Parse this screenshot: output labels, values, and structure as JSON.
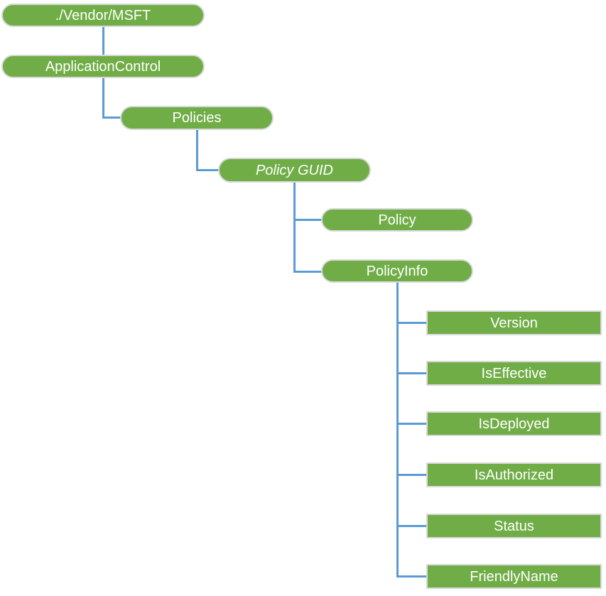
{
  "colors": {
    "node_green": "#70AD47",
    "node_border": "#D8D8D8",
    "connector_blue": "#5B9BD5",
    "text_white": "#FFFFFF"
  },
  "nodes": {
    "vendor_msft": {
      "label": "./Vendor/MSFT"
    },
    "application_control": {
      "label": "ApplicationControl"
    },
    "policies": {
      "label": "Policies"
    },
    "policy_guid": {
      "label": "Policy GUID"
    },
    "policy": {
      "label": "Policy"
    },
    "policy_info": {
      "label": "PolicyInfo"
    },
    "version": {
      "label": "Version"
    },
    "is_effective": {
      "label": "IsEffective"
    },
    "is_deployed": {
      "label": "IsDeployed"
    },
    "is_authorized": {
      "label": "IsAuthorized"
    },
    "status": {
      "label": "Status"
    },
    "friendly_name": {
      "label": "FriendlyName"
    }
  },
  "tree": {
    "root": "./Vendor/MSFT",
    "children": [
      {
        "label": "ApplicationControl",
        "children": [
          {
            "label": "Policies",
            "children": [
              {
                "label": "Policy GUID",
                "italic": true,
                "children": [
                  {
                    "label": "Policy"
                  },
                  {
                    "label": "PolicyInfo",
                    "children": [
                      {
                        "label": "Version"
                      },
                      {
                        "label": "IsEffective"
                      },
                      {
                        "label": "IsDeployed"
                      },
                      {
                        "label": "IsAuthorized"
                      },
                      {
                        "label": "Status"
                      },
                      {
                        "label": "FriendlyName"
                      }
                    ]
                  }
                ]
              }
            ]
          }
        ]
      }
    ]
  }
}
